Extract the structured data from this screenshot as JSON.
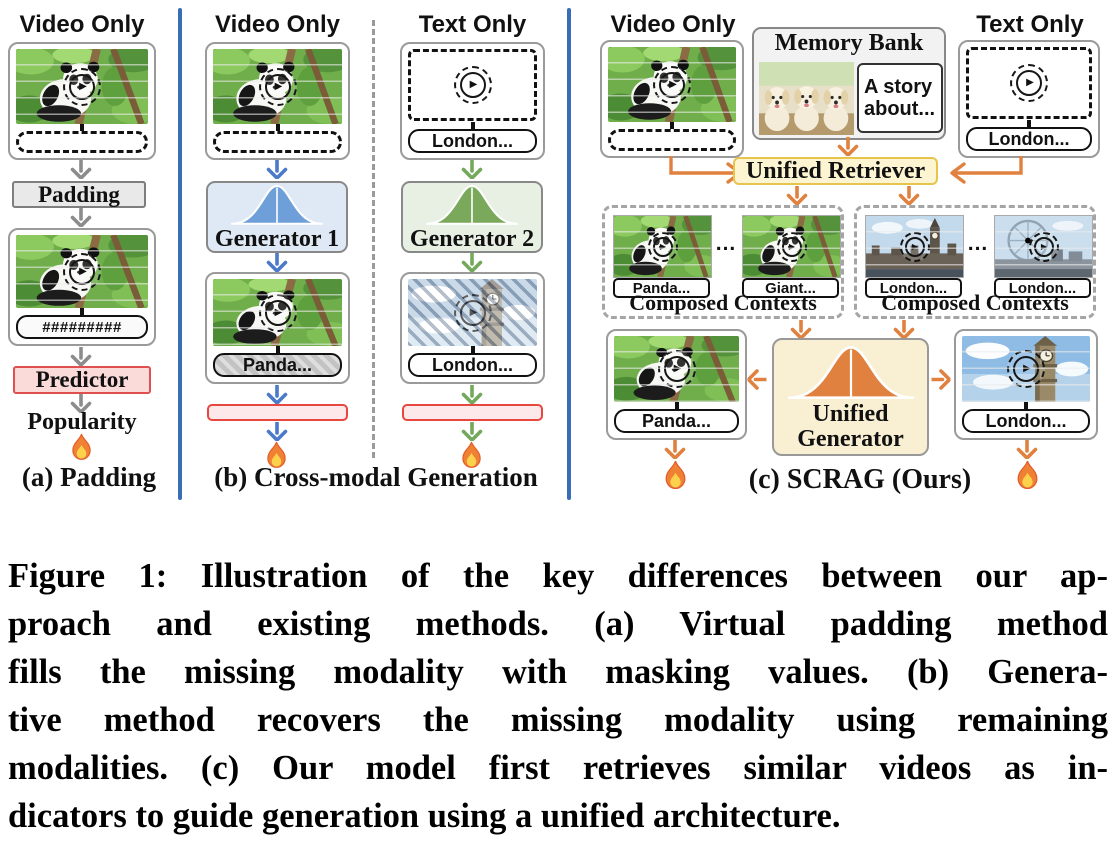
{
  "panel_a": {
    "header": "Video Only",
    "padding_box": "Padding",
    "mask_text": "#########",
    "predictor_box": "Predictor",
    "popularity": "Popularity",
    "label": "(a) Padding"
  },
  "panel_b": {
    "left_header": "Video Only",
    "right_header": "Text Only",
    "generator1": "Generator 1",
    "generator2": "Generator 2",
    "panda_label": "Panda...",
    "london_input_label": "London...",
    "london_output_label": "London...",
    "label": "(b) Cross-modal Generation"
  },
  "panel_c": {
    "left_header": "Video Only",
    "right_header": "Text Only",
    "memory_bank_title": "Memory Bank",
    "story_text": "A story about...",
    "retriever": "Unified Retriever",
    "ellipsis": "...",
    "london_input_label": "London...",
    "composed_left": {
      "labels": [
        "Panda...",
        "Giant..."
      ],
      "title": "Composed Contexts"
    },
    "composed_right": {
      "labels": [
        "London...",
        "London..."
      ],
      "title": "Composed Contexts"
    },
    "generator": "Unified Generator",
    "result_left_label": "Panda...",
    "result_right_label": "London...",
    "label": "(c) SCRAG (Ours)"
  },
  "icons": {
    "play": "play-icon",
    "fire": "fire-icon",
    "arrow": "chevron-arrow-icon"
  },
  "colors": {
    "divider_blue": "#3a6db8",
    "arrow_gray": "#8c8c8c",
    "arrow_blue": "#4a7ac9",
    "arrow_green": "#74a85c",
    "arrow_orange": "#e0813f",
    "padding_box_bg": "#e9e9e9",
    "predictor_bg": "#fbdada",
    "predictor_border": "#e05050",
    "score_bar_bg": "#fde9e9",
    "score_bar_border": "#e8473f",
    "generator1_bg": "#dfe9f6",
    "generator1_bell": "#6f9fd8",
    "generator2_bg": "#e8f0e3",
    "generator2_bell": "#7aa95c",
    "retriever_bg": "#fdf5d2",
    "retriever_border": "#e6c44e",
    "unified_generator_bg": "#f9efd2",
    "unified_generator_bell": "#e0813f"
  },
  "caption": {
    "full_text": "Figure 1: Illustration of the key differences between our approach and existing methods. (a) Virtual padding method fills the missing modality with masking values. (b) Generative method recovers the missing modality using remaining modalities. (c) Our model first retrieves similar videos as indicators to guide generation using a unified architecture.",
    "lines": [
      "Figure 1: Illustration of the key differences between our ap-",
      "proach and existing methods. (a) Virtual padding method",
      "fills the missing modality with masking values. (b) Genera-",
      "tive method recovers the missing modality using remaining",
      "modalities. (c) Our model first retrieves similar videos as in-",
      "dicators to guide generation using a unified architecture."
    ]
  }
}
